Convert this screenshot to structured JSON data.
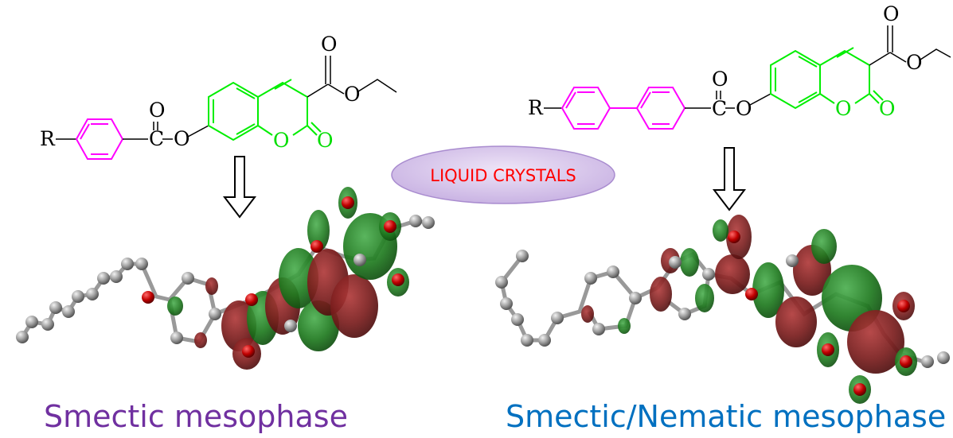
{
  "colors": {
    "aryl_ring": "#ff00ff",
    "coumarin_ring": "#00ee00",
    "left_caption": "#7030a0",
    "right_caption": "#0070c0",
    "badge_text": "#ff0000",
    "badge_fill": "#d9c8ec",
    "orbital_green": "#1f7a1f",
    "orbital_red": "#7a1d1d",
    "atom_gray": "#9a9a9a"
  },
  "badge": {
    "label": "LIQUID CRYSTALS"
  },
  "left_structure": {
    "substituent": "R",
    "carbonyl_o": "O",
    "carbonyl_c": "C",
    "ester_o": "O",
    "lactone_o": "O",
    "lactone_carbonyl_o": "O",
    "ethyl_ester_o1": "O",
    "ethyl_ester_o2": "O"
  },
  "right_structure": {
    "substituent": "R",
    "carbonyl_o": "O",
    "carbonyl_c": "C",
    "ester_o": "O",
    "lactone_o": "O",
    "lactone_carbonyl_o": "O",
    "ethyl_ester_o1": "O",
    "ethyl_ester_o2": "O"
  },
  "captions": {
    "left": "Smectic mesophase",
    "right": "Smectic/Nematic mesophase"
  }
}
